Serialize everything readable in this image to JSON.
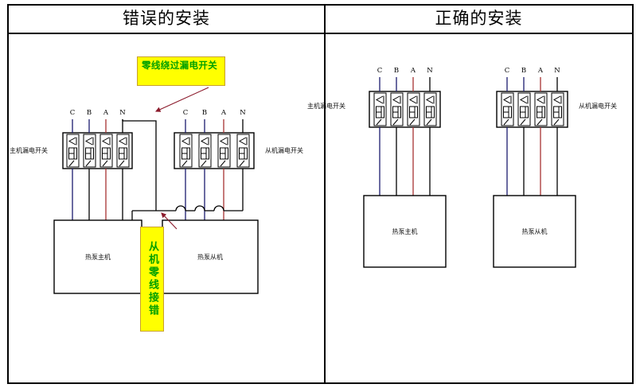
{
  "panels": {
    "left": {
      "title": "错误的安装",
      "breakers": [
        {
          "label": "主机漏电开关",
          "terminals": [
            "C",
            "B",
            "A",
            "N"
          ]
        },
        {
          "label": "从机漏电开关",
          "terminals": [
            "C",
            "B",
            "A",
            "N"
          ]
        }
      ],
      "equipment": [
        {
          "caption": "热泵主机"
        },
        {
          "caption": "热泵从机"
        }
      ],
      "callouts": [
        {
          "text": "零线绕过漏电开关",
          "kind": "horizontal"
        },
        {
          "text": "从机零线接错",
          "kind": "vertical"
        }
      ]
    },
    "right": {
      "title": "正确的安装",
      "breakers": [
        {
          "label": "主机漏电开关",
          "terminals": [
            "C",
            "B",
            "A",
            "N"
          ]
        },
        {
          "label": "从机漏电开关",
          "terminals": [
            "C",
            "B",
            "A",
            "N"
          ]
        }
      ],
      "equipment": [
        {
          "caption": "热泵主机"
        },
        {
          "caption": "热泵从机"
        }
      ]
    }
  },
  "colors": {
    "phase_c": "#1b1b6e",
    "phase_b": "#1b1b6e",
    "phase_a": "#a83232",
    "neutral": "#000000",
    "callout_fill": "#ffff00",
    "callout_text": "#00a000",
    "callout_border": "#c8a02a",
    "arrow": "#8b1a2b",
    "outline": "#000000"
  }
}
